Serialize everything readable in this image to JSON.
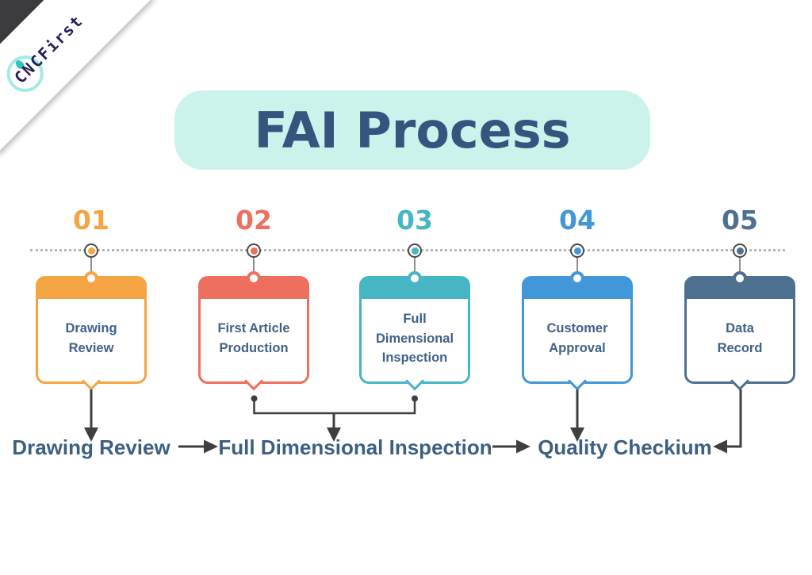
{
  "brand": {
    "name": "CNCFirst"
  },
  "title": "FAI Process",
  "timeline": {
    "steps": [
      {
        "number": "01",
        "label": "Drawing Review",
        "color": "#F5A444"
      },
      {
        "number": "02",
        "label": "First Article Production",
        "color": "#EE6F5D"
      },
      {
        "number": "03",
        "label": "Full Dimensional Inspection",
        "color": "#46B5C4"
      },
      {
        "number": "04",
        "label": "Customer Approval",
        "color": "#4197D7"
      },
      {
        "number": "05",
        "label": "Data Record",
        "color": "#4E7090"
      }
    ]
  },
  "flow": {
    "nodes": [
      {
        "label": "Drawing Review"
      },
      {
        "label": "Full Dimensional Inspection"
      },
      {
        "label": "Quality Checkium"
      }
    ]
  },
  "colors": {
    "title_bg": "#CBF3EB",
    "title_text": "#35547E",
    "card_text": "#40618A",
    "flow_text": "#3D5F82",
    "arrow": "#3F3F3F",
    "timeline_dots": "#B6B6B6",
    "corner_triangle": "#3C3C3E",
    "ribbon_text": "#26215E",
    "ribbon_icon": "#A5EBE3"
  }
}
